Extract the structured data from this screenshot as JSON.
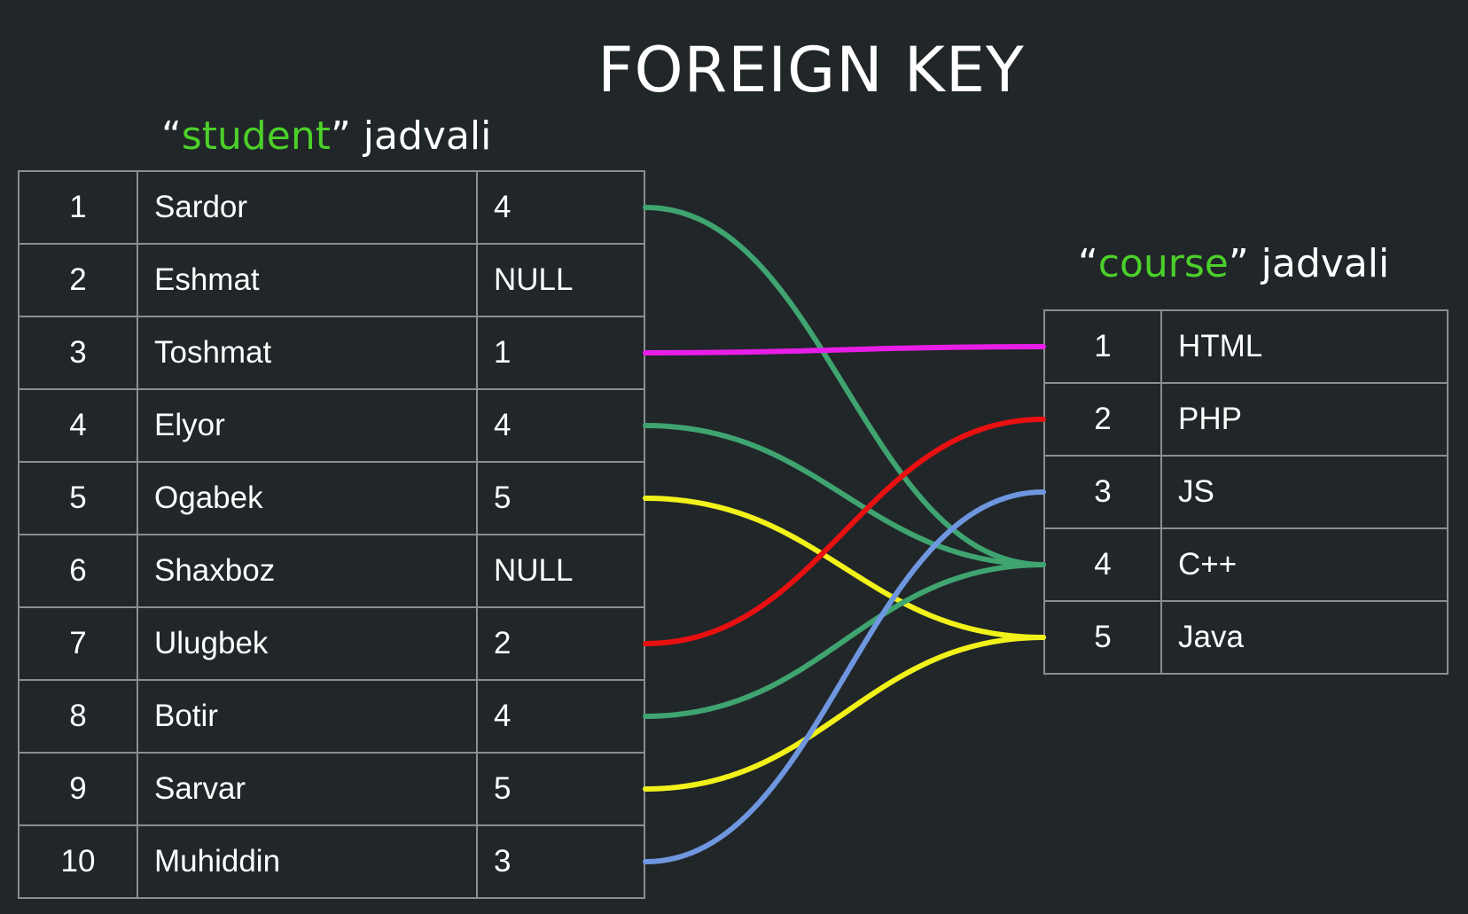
{
  "title": "FOREIGN KEY",
  "student_table": {
    "caption_open": "“",
    "caption_name": "student",
    "caption_rest": "” jadvali",
    "rows": [
      {
        "id": "1",
        "name": "Sardor",
        "course_id": "4"
      },
      {
        "id": "2",
        "name": "Eshmat",
        "course_id": "NULL"
      },
      {
        "id": "3",
        "name": "Toshmat",
        "course_id": "1"
      },
      {
        "id": "4",
        "name": "Elyor",
        "course_id": "4"
      },
      {
        "id": "5",
        "name": "Ogabek",
        "course_id": "5"
      },
      {
        "id": "6",
        "name": "Shaxboz",
        "course_id": "NULL"
      },
      {
        "id": "7",
        "name": "Ulugbek",
        "course_id": "2"
      },
      {
        "id": "8",
        "name": "Botir",
        "course_id": "4"
      },
      {
        "id": "9",
        "name": "Sarvar",
        "course_id": "5"
      },
      {
        "id": "10",
        "name": "Muhiddin",
        "course_id": "3"
      }
    ]
  },
  "course_table": {
    "caption_open": "“",
    "caption_name": "course",
    "caption_rest": "” jadvali",
    "rows": [
      {
        "id": "1",
        "name": "HTML"
      },
      {
        "id": "2",
        "name": "PHP"
      },
      {
        "id": "3",
        "name": "JS"
      },
      {
        "id": "4",
        "name": "C++"
      },
      {
        "id": "5",
        "name": "Java"
      }
    ]
  },
  "link_colors": {
    "1": "#e81ee8",
    "2": "#e81010",
    "3": "#6f97e0",
    "4": "#3fa470",
    "5": "#f2f21a"
  },
  "colors": {
    "background": "#212629",
    "highlight": "#4cd02a",
    "border": "#8a8e90"
  }
}
